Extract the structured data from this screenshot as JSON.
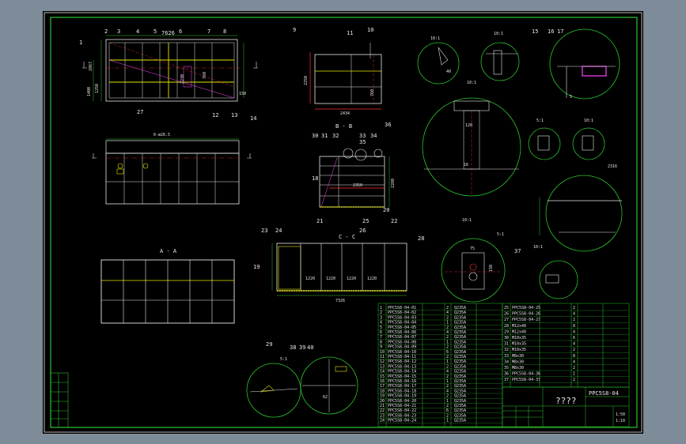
{
  "drawing": {
    "code": "PPC5S8-04",
    "title": "????",
    "scale": "1:50",
    "sheet_info": "1:10"
  },
  "views": {
    "aa": "A - A",
    "bb": "B - B",
    "cc": "C - C"
  },
  "balloons": [
    "1",
    "2",
    "3",
    "4",
    "5",
    "6",
    "7",
    "8",
    "9",
    "10",
    "11",
    "12",
    "13",
    "14",
    "15",
    "16",
    "17",
    "18",
    "19",
    "20",
    "21",
    "22",
    "23",
    "24",
    "25",
    "26",
    "27",
    "28",
    "29",
    "30",
    "31",
    "32",
    "33",
    "34",
    "35",
    "36",
    "37",
    "38",
    "39",
    "40"
  ],
  "dimensions": {
    "front_width": "7626",
    "front_height": "2867",
    "front_h1": "1400",
    "front_h2": "1250",
    "front_h3": "2230",
    "front_h4": "760",
    "front_150": "150",
    "hole_note": "6-ø26.5",
    "side_h": "2250",
    "side_w": "2434",
    "side_760": "760",
    "bb_w": "2350",
    "bb_h": "2280",
    "cc_bays": [
      "1220",
      "1220",
      "1220",
      "1220"
    ],
    "cc_width": "7326",
    "detail_16": "16",
    "detail_40": "40",
    "detail_120": "120",
    "detail_75": "75",
    "detail_150": "150",
    "detail_2316": "2316",
    "detail_62": "62",
    "detail_5": "5"
  },
  "detail_marks": [
    "10:1",
    "10:1",
    "10:1",
    "10:1",
    "5:1",
    "10:1",
    "5:1",
    "10:1",
    "5:1"
  ],
  "parts_list_left": [
    {
      "no": "1",
      "code": "PPC5S8-04-01",
      "qty": "2",
      "mat": "Q235A"
    },
    {
      "no": "2",
      "code": "PPC5S8-04-02",
      "qty": "4",
      "mat": "Q235A"
    },
    {
      "no": "3",
      "code": "PPC5S8-04-03",
      "qty": "2",
      "mat": "Q235A"
    },
    {
      "no": "4",
      "code": "PPC5S8-04-04",
      "qty": "1",
      "mat": "Q235A"
    },
    {
      "no": "5",
      "code": "PPC5S8-04-05",
      "qty": "2",
      "mat": "Q235A"
    },
    {
      "no": "6",
      "code": "PPC5S8-04-06",
      "qty": "4",
      "mat": "Q235A"
    },
    {
      "no": "7",
      "code": "PPC5S8-04-07",
      "qty": "2",
      "mat": "Q235A"
    },
    {
      "no": "8",
      "code": "PPC5S8-04-08",
      "qty": "1",
      "mat": "Q235A"
    },
    {
      "no": "9",
      "code": "PPC5S8-04-09",
      "qty": "2",
      "mat": "Q235A"
    },
    {
      "no": "10",
      "code": "PPC5S8-04-10",
      "qty": "6",
      "mat": "Q235A"
    },
    {
      "no": "11",
      "code": "PPC5S8-04-11",
      "qty": "2",
      "mat": "Q235A"
    },
    {
      "no": "12",
      "code": "PPC5S8-04-12",
      "qty": "1",
      "mat": "Q235A"
    },
    {
      "no": "13",
      "code": "PPC5S8-04-13",
      "qty": "2",
      "mat": "Q235A"
    },
    {
      "no": "14",
      "code": "PPC5S8-04-14",
      "qty": "4",
      "mat": "Q235A"
    },
    {
      "no": "15",
      "code": "PPC5S8-04-15",
      "qty": "2",
      "mat": "Q235A"
    },
    {
      "no": "16",
      "code": "PPC5S8-04-16",
      "qty": "1",
      "mat": "Q235A"
    },
    {
      "no": "17",
      "code": "PPC5S8-04-17",
      "qty": "2",
      "mat": "Q235A"
    },
    {
      "no": "18",
      "code": "PPC5S8-04-18",
      "qty": "4",
      "mat": "Q235A"
    },
    {
      "no": "19",
      "code": "PPC5S8-04-19",
      "qty": "2",
      "mat": "Q235A"
    },
    {
      "no": "20",
      "code": "PPC5S8-04-20",
      "qty": "1",
      "mat": "Q235A"
    },
    {
      "no": "21",
      "code": "PPC5S8-04-21",
      "qty": "2",
      "mat": "Q235A"
    },
    {
      "no": "22",
      "code": "PPC5S8-04-22",
      "qty": "6",
      "mat": "Q235A"
    },
    {
      "no": "23",
      "code": "PPC5S8-04-23",
      "qty": "2",
      "mat": "Q235A"
    },
    {
      "no": "24",
      "code": "PPC5S8-04-24",
      "qty": "1",
      "mat": "Q235A"
    }
  ],
  "parts_list_right": [
    {
      "no": "25",
      "code": "PPC5S8-04-25",
      "qty": "2"
    },
    {
      "no": "26",
      "code": "PPC5S8-04-26",
      "qty": "4"
    },
    {
      "no": "27",
      "code": "PPC5S8-04-27",
      "qty": "2"
    },
    {
      "no": "28",
      "code": "M12x40",
      "qty": "8"
    },
    {
      "no": "29",
      "code": "M12x40",
      "qty": "4"
    },
    {
      "no": "30",
      "code": "M10x35",
      "qty": "6"
    },
    {
      "no": "31",
      "code": "M10x35",
      "qty": "4"
    },
    {
      "no": "32",
      "code": "M10x35",
      "qty": "2"
    },
    {
      "no": "33",
      "code": "M8x30",
      "qty": "8"
    },
    {
      "no": "34",
      "code": "M8x30",
      "qty": "4"
    },
    {
      "no": "35",
      "code": "M8x30",
      "qty": "2"
    },
    {
      "no": "36",
      "code": "PPC5S8-04-36",
      "qty": "1"
    },
    {
      "no": "37",
      "code": "PPC5S8-04-37",
      "qty": "2"
    }
  ],
  "colors": {
    "frame": "#2dc42d",
    "geometry": "#e8e8e8",
    "highlight": "#e6e600",
    "dimension": "#ff3030",
    "detail": "#ff44ff",
    "centerline": "#ff3030",
    "sheet": "#000000",
    "background": "#7e8b98"
  }
}
